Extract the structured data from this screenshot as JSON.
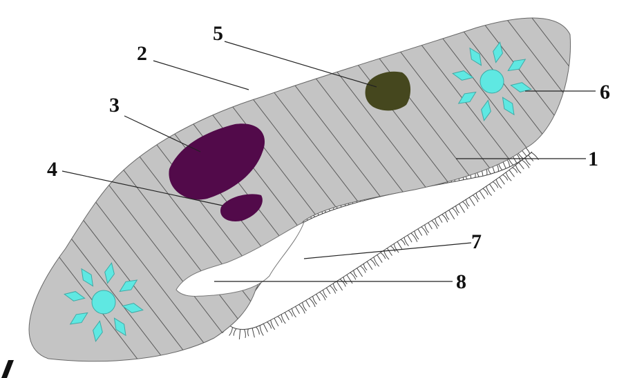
{
  "diagram": {
    "labels": [
      {
        "id": "1",
        "text": "1"
      },
      {
        "id": "2",
        "text": "2"
      },
      {
        "id": "3",
        "text": "3"
      },
      {
        "id": "4",
        "text": "4"
      },
      {
        "id": "5",
        "text": "5"
      },
      {
        "id": "6",
        "text": "6"
      },
      {
        "id": "7",
        "text": "7"
      },
      {
        "id": "8",
        "text": "8"
      }
    ],
    "colors": {
      "cytoplasm": "#c4c4c4",
      "hatch": "#5a5a5a",
      "macronucleus": "#520a4a",
      "micronucleus": "#520a4a",
      "food_vacuole": "#45471e",
      "contractile_vacuole": "#5fe8e2",
      "contractile_vacuole_outline": "#3fa9a5",
      "oral_groove": "#ffffff",
      "cilia": "#444444"
    },
    "icons": [
      "contractile-vacuole-icon",
      "contractile-vacuole-icon"
    ]
  }
}
